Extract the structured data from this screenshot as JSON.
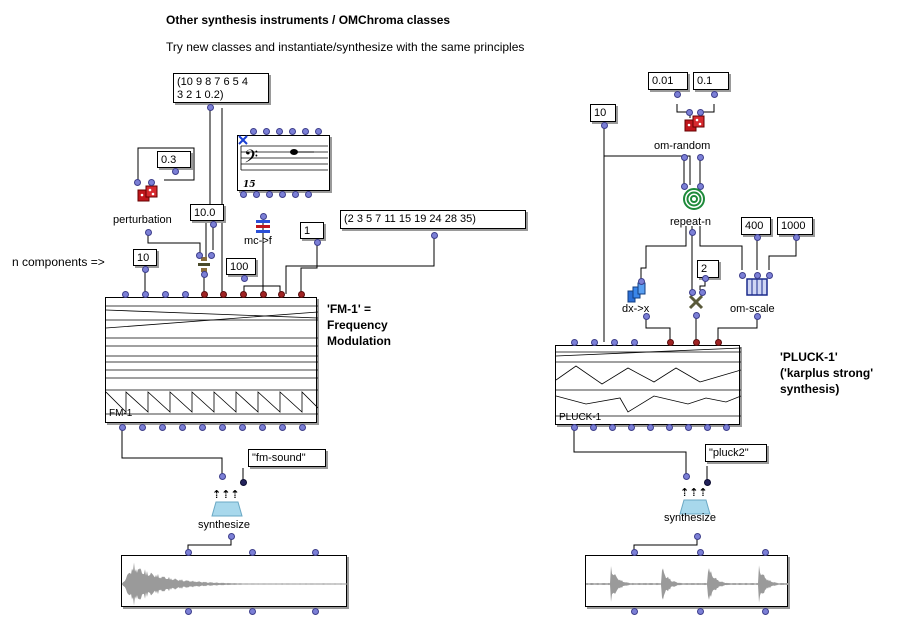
{
  "header": {
    "title": "Other synthesis instruments / OMChroma classes",
    "subtitle": "Try new classes and instantiate/synthesize with the same principles"
  },
  "left": {
    "list_values": "(10 9 8 7 6 5 4\n3 2 1 0.2)",
    "perturbation_value": "0.3",
    "perturbation_label": "perturbation",
    "ratio_value": "10.0",
    "mcf_label": "mc->f",
    "one_value": "1",
    "harmonics_value": "(2 3 5 7 11 15 19 24 28 35)",
    "n_components_label": "n components =>",
    "n_components_value": "10",
    "hundred_value": "100",
    "class_name": "FM-1",
    "comment_line1": "'FM-1' =",
    "comment_line2": "Frequency",
    "comment_line3": "Modulation",
    "sound_name": "\"fm-sound\"",
    "synthesize_label": "synthesize"
  },
  "right": {
    "random_min": "0.01",
    "random_max": "0.1",
    "random_label": "om-random",
    "ten_value": "10",
    "repeat_label": "repeat-n",
    "scale_min": "400",
    "scale_max": "1000",
    "dx_label": "dx->x",
    "two_value": "2",
    "scale_label": "om-scale",
    "class_name": "PLUCK-1",
    "comment_line1": "'PLUCK-1'",
    "comment_line2": "('karplus strong'",
    "comment_line3": "synthesis)",
    "sound_name": "\"pluck2\"",
    "synthesize_label": "synthesize"
  },
  "colors": {
    "inlet": "#7b7fd6",
    "inlet_red": "#a02323",
    "waveform": "#9a9a9a"
  }
}
